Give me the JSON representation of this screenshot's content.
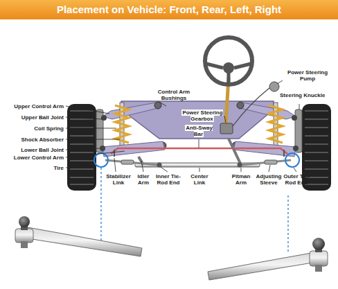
{
  "diagram": {
    "title": "Placement on Vehicle: Front, Rear, Left, Right",
    "labels": [
      "Upper Control Arm",
      "Upper Ball Joint",
      "Coil Spring",
      "Shock Absorber",
      "Lower Ball Joint",
      "Lower Control Arm",
      "Tire",
      "Control Arm Bushings",
      "Power Steering Gearbox",
      "Anti-Sway Bar",
      "Power Steering Pump",
      "Steering Knuckle",
      "Stabilizer Link",
      "Idler Arm",
      "Inner Tie-Rod End",
      "Center Link",
      "Pitman Arm",
      "Adjusting Sleeve",
      "Outer Tie-Rod End"
    ]
  }
}
